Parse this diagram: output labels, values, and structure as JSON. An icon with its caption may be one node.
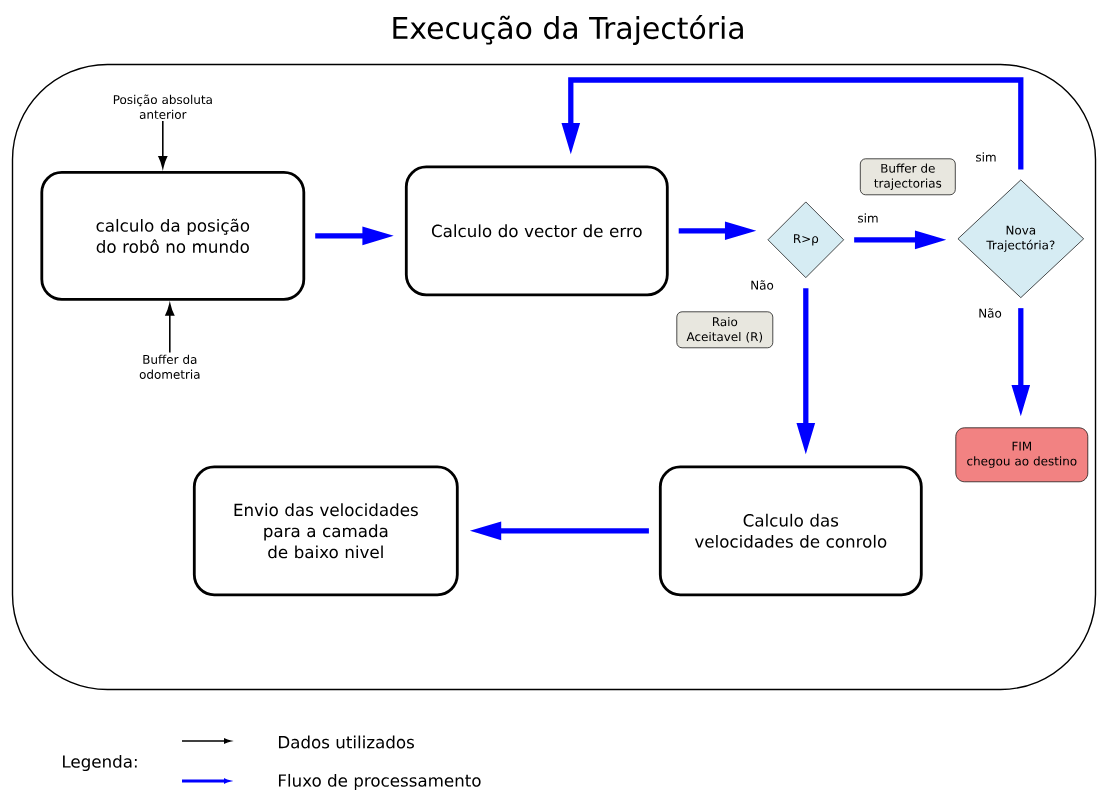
{
  "diagram": {
    "title": "Execução da Trajectória",
    "nodes": [
      {
        "text": [],
        "shape": "box"
      },
      {
        "text": [
          "Posição absoluta anterior"
        ],
        "in": 0
      },
      {
        "text": [
          "calculo da posição do robô no mundo"
        ],
        "in": 0
      },
      {
        "text": [
          "Buffer da odometria"
        ],
        "in": 0
      },
      {
        "text": [
          "Calculo do vector de erro"
        ],
        "in": 0
      },
      {
        "text": [
          "R>ρ"
        ],
        "in": 0
      },
      {
        "text": [
          "Nova Trajectória?"
        ],
        "in": 0
      },
      {
        "text": [
          "Buffer de trajectorias"
        ],
        "in": 0
      },
      {
        "text": [
          "Raio Aceitavel (R)"
        ],
        "in": 0
      },
      {
        "text": [
          "FIM",
          "chegou ao destino"
        ],
        "in": 0
      },
      {
        "text": [
          "Calculo das velocidades de conrolo"
        ],
        "in": 0
      },
      {
        "text": [
          "Envio das velocidades para a camada de baixo nivel"
        ],
        "in": 0
      }
    ],
    "edges": [
      {
        "from": 1,
        "to": 2,
        "arrow": "to",
        "color": "#000000"
      },
      {
        "from": 3,
        "to": 2,
        "arrow": "to",
        "color": "#000000"
      },
      {
        "from": 2,
        "to": 4,
        "arrow": "to"
      },
      {
        "from": 4,
        "to": 5,
        "arrow": "to"
      },
      {
        "from": 5,
        "to": 6,
        "arrow": "to",
        "label": "sim"
      },
      {
        "from": 6,
        "to": 4,
        "arrow": "to",
        "label": "sim"
      },
      {
        "from": 6,
        "to": 9,
        "arrow": "to",
        "label": "Não"
      },
      {
        "from": 5,
        "to": 10,
        "arrow": "to",
        "label": "Não"
      },
      {
        "from": 10,
        "to": 11,
        "arrow": "to"
      }
    ],
    "labels": [
      "Legenda:"
    ],
    "legend": [
      {
        "text": "Dados utilizados"
      },
      {
        "text": "Fluxo de processamento"
      }
    ]
  }
}
